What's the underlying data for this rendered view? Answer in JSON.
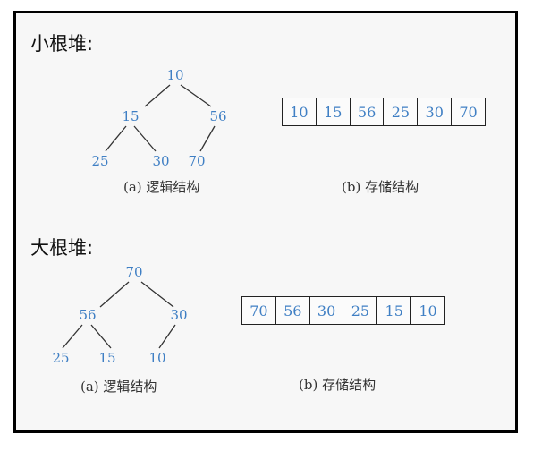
{
  "sections": [
    {
      "heading": "小根堆:",
      "tree": [
        "10",
        "15",
        "56",
        "25",
        "30",
        "70"
      ],
      "array": [
        "10",
        "15",
        "56",
        "25",
        "30",
        "70"
      ],
      "logical_caption": "(a) 逻辑结构",
      "storage_caption": "(b) 存储结构"
    },
    {
      "heading": "大根堆:",
      "tree": [
        "70",
        "56",
        "30",
        "25",
        "15",
        "10"
      ],
      "array": [
        "70",
        "56",
        "30",
        "25",
        "15",
        "10"
      ],
      "logical_caption": "(a) 逻辑结构",
      "storage_caption": "(b) 存储结构"
    }
  ],
  "colors": {
    "node_text": "#3f7fc4",
    "edge": "#333333",
    "border": "#000000"
  }
}
